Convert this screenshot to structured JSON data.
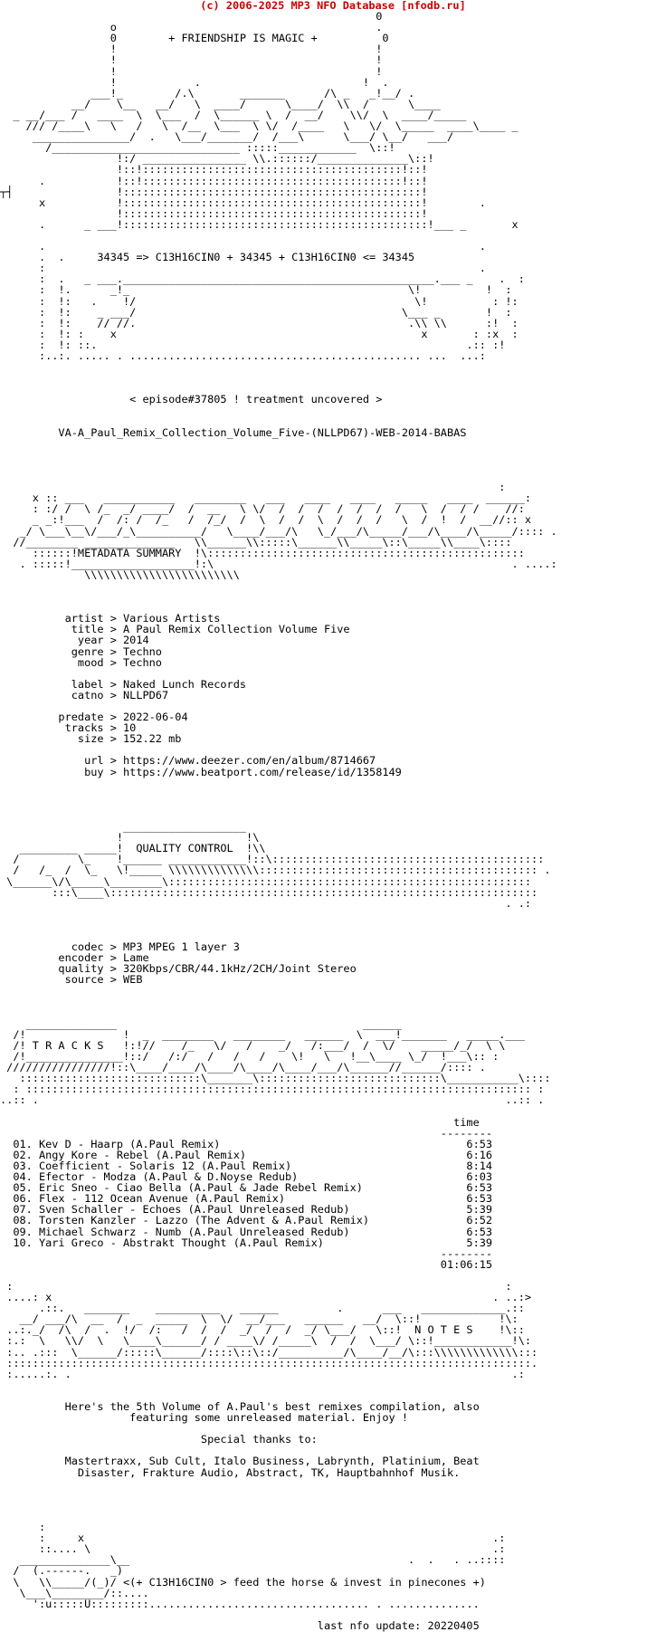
{
  "site_header": "(c) 2006-2025 MP3 NFO Database [nfodb.ru]",
  "nfo_lines": [
    "                                                          0",
    "                 o                                        .",
    "                 0        + FRIENDSHIP IS MAGIC +          0",
    "                 !                                        !",
    "                 !                                        !",
    "                 !                                        !",
    "                 !            .                         !  .",
    "              ___!_        /.\\       _______      /\\ _   _!__/ .",
    "           __/    \\__   __/   \\  ____/      \\____/  \\\\  /      \\____",
    "  _ __/___ /   ____  \\  \\___  /  \\______ \\  /  __/    \\\\/  \\  ____/_____",
    "    /// /____\\   \\   /   \\  /__  \\___  \\ \\/  /____   \\   \\/  \\_____  ____\\____ _",
    "     _______________/  .   \\___/_______/  /___\\      \\___/ \\__/   ___/",
    "       /_____________________________ :::::____________  \\::!",
    "                  !:/ ________________ \\\\.::::::/______________\\::!",
    "                  !::!::::::::::::::::::::::::::::::::::::::::!::!",
    "      .           !::!::::::::::::::::::::::::::::::::::::::::!::!",
    "┬┤                !::::::::::::::::::::::::::::::::::::::::::::::!",
    "      x           !::::::::::::::::::::::::::::::::::::::::::::::!        .",
    "                  !::::::::::::::::::::::::::::::::::::::::::::::!",
    "      .      _ ___!:::::::::::::::::::::::::::::::::::::::::::::::!___ _       x",
    "",
    "      .                                                                   .",
    "      .  .     34345 => C13H16CIN0 + 34345 + C13H16CIN0 <= 34345",
    "      :                                                                   .",
    "      :  .   _ ___.________________________________________________.___ _    .  :",
    "      :  !.      _!_                                           \\!          !  :",
    "      :  !:   .    !/                                           \\!          : !:",
    "      :  !:    _ ___/                                         \\___ _       !  :",
    "      :  !:    // //.                                          .\\\\ \\\\      :!  :",
    "      :  !: :    x                                               x       : :x  :",
    "      :  !: ::.                                                         .:: :!",
    "      :..:. ..... . ............................................. ...  ...:",
    "",
    "",
    "",
    "                    < episode#37805 ! treatment uncovered >",
    "",
    "",
    "         VA-A_Paul_Remix_Collection_Volume_Five-(NLLPD67)-WEB-2014-BABAS",
    "",
    "",
    "",
    "",
    "                                                                             :",
    "     x :: ___   ___________   ________   ___   ____   ____   _____   ____  ______:",
    "     : :/ /  \\ /_  _/ ____/  /  __   \\ \\/  /  /  /  /  /  /  /   \\  /  / /    //:",
    "     _ _:!___  /  /: /  /_   /  /_/  /  \\  /  /  \\  /  /  /   \\  /  !  /  __//:: x",
    "   _/ \\___\\__\\/___/_\\__________/   \\____/___/\\   \\_/___/\\_____/___/\\____/\\_____/:::: .",
    "  //________ ______________   \\\\______\\\\:::::\\______\\\\_____\\::\\_____\\\\____\\::::",
    "     ::::::!METADATA SUMMARY  !\\:::::::::::::::::::::::::::::::::::::::::::::::::",
    "   . :::::!___________________!:\\                                              . ....:",
    "             \\\\\\\\\\\\\\\\\\\\\\\\\\\\\\\\\\\\\\\\\\\\\\\\",
    "",
    "",
    "",
    "          artist > Various Artists",
    "           title > A Paul Remix Collection Volume Five",
    "            year > 2014",
    "           genre > Techno",
    "            mood > Techno",
    "",
    "           label > Naked Lunch Records",
    "           catno > NLLPD67",
    "",
    "         predate > 2022-06-04",
    "          tracks > 10",
    "            size > 152.22 mb",
    "",
    "             url > https://www.deezer.com/en/album/8714667",
    "             buy > https://www.beatport.com/release/id/1358149",
    "",
    "",
    "",
    "",
    "                   ___________________",
    "                  !                   !\\",
    "   _________ _____!  QUALITY CONTROL  !\\\\",
    "  /         \\_    !______ ____________!::\\::::::::::::::::::::::::::::::::::::::::::",
    "  /   /_  /  \\_   \\!_____ \\\\\\\\\\\\\\\\\\\\\\\\\\\\::::::::::::::::::::::::::::::::::::::::::: .",
    " \\______\\/\\_____\\________\\::::::::::::::::::::::::::::::::::::::::::::::::::::::::",
    "        :::\\____\\::::::::::::::::::::::::::::::::::::::::::::::::::::::::::::::::::",
    "                                                                              . .:",
    "",
    "",
    "",
    "           codec > MP3 MPEG 1 layer 3",
    "         encoder > Lame",
    "         quality > 320Kbps/CBR/44.1kHz/2CH/Joint Stereo",
    "          source > WEB",
    "",
    "",
    "",
    "    ______________                                      ______",
    "  /!               !  _  ________   ________   ______  \\  ___!_______   _____.___",
    "  /! T R A C K S   !:!//    /_   \\/   /    _/   /:___/  /  \\/    _____/_/  \\ \\",
    "  /!_______________!::/   /:/   /   /   /    \\!   \\   !__\\____ \\_/  !___\\:: :",
    " ////////////////!::\\____/____/\\____/\\____/\\____/___/\\______//______/:::: .",
    "   ::::::::::::::::::::::::::::\\_______\\::::::::::::::::::::::::::::\\___________\\::::",
    "  : :::::::::::::::::::::::::::::::::::::::::::::::::::::::::::::::::::::::::::::: :",
    "..:: .                                                                        ..:: .",
    "",
    "                                                                      time",
    "                                                                    --------",
    "  01. Kev D - Haarp (A.Paul Remix)                                      6:53",
    "  02. Angy Kore - Rebel (A.Paul Remix)                                  6:16",
    "  03. Coefficient - Solaris 12 (A.Paul Remix)                           8:14",
    "  04. Efector - Modza (A.Paul & D.Noyse Redub)                          6:03",
    "  05. Eric Sneo - Ciao Bella (A.Paul & Jade Rebel Remix)                6:53",
    "  06. Flex - 112 Ocean Avenue (A.Paul Remix)                            6:53",
    "  07. Sven Schaller - Echoes (A.Paul Unreleased Redub)                  5:39",
    "  08. Torsten Kanzler - Lazzo (The Advent & A.Paul Remix)               6:52",
    "  09. Michael Schwarz - Numb (A.Paul Unreleased Redub)                  6:53",
    "  10. Yari Greco - Abstrakt Thought (A.Paul Remix)                      5:39",
    "                                                                    --------",
    "                                                                    01:06:15",
    "",
    " :                                                                            :",
    " ....: x                                                                    . ..:>",
    "      .::.   _______    __________   ______         .      ___   _____________.::",
    "   __/ ___/\\  __  /  _  _____  \\  \\/  __/___   ______   __/  \\::!            !\\:",
    " ..:._/  /\\  /  .  !/  /:   /  /  /  _/  /  /  _/ \\___/   \\::!  N O T E S    !\\::",
    " :.:  \\   \\\\/  \\   \\____\\______/ / ____\\/ /_____\\  /  /  \\___/ \\::!____________!\\:",
    " :.. .:::  \\______/:::::\\______/::::\\::\\::/__________/\\____/__/\\:::\\\\\\\\\\\\\\\\\\\\\\\\\\:::",
    " :::::::::::::::::::::::::::::::::::::::::::::::::::::::::::::::::::::::::::::::::.",
    " :.....:. .                                                                    .:",
    "",
    "",
    "          Here's the 5th Volume of A.Paul's best remixes compilation, also",
    "                    featuring some unreleased material. Enjoy !",
    "",
    "                               Special thanks to:",
    "",
    "          Mastertraxx, Sub Cult, Italo Business, Labrynth, Platinium, Beat",
    "            Disaster, Frakture Audio, Abstract, TK, Hauptbahnhof Musik.",
    "",
    "",
    "",
    "",
    "      :",
    "      :     x                                                               .:",
    "      ::.... \\                                                              .:",
    "   ______________\\__                                           .  .   . ..::::",
    "  /  (.------.   _)",
    "  \\   \\\\_____/(_)/ <(+ C13H16CIN0 > feed the horse & invest in pinecones +)",
    "   \\___\\________/::....",
    "     ':u:::::U:::::::::.................................. . ..............",
    "",
    "                                                 last nfo update: 20220405"
  ]
}
